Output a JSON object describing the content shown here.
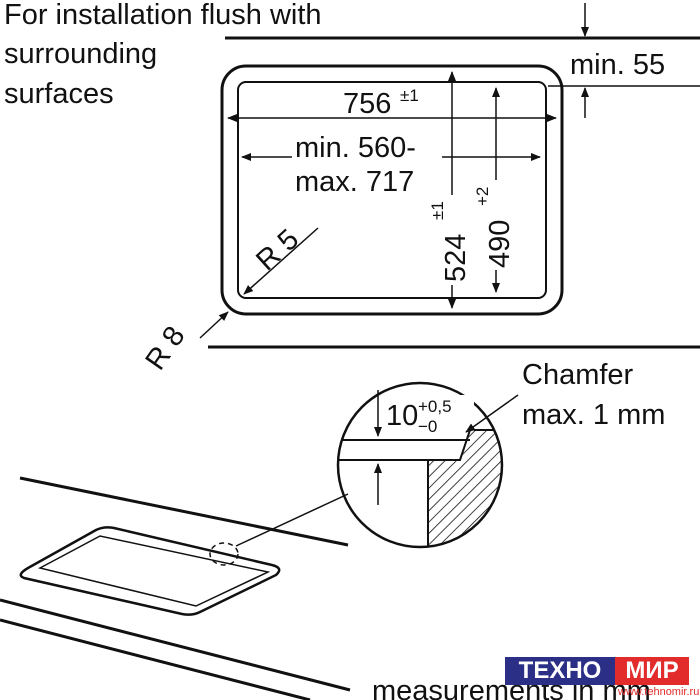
{
  "caption": {
    "line1": "For installation flush with",
    "line2": "surrounding",
    "line3": "surfaces"
  },
  "dims": {
    "min55": "min. 55",
    "width_main": "756",
    "width_main_tol": "±1",
    "width_range_1": "min. 560-",
    "width_range_2": "max. 717",
    "depth_outer": "524",
    "depth_outer_tol": "±1",
    "depth_inner": "490",
    "depth_inner_tol": "+2",
    "radius_inner": "R 5",
    "radius_outer": "R 8"
  },
  "detail": {
    "depth_value": "10",
    "depth_tol_plus": "+0,5",
    "depth_tol_minus": "−0",
    "chamfer_line1": "Chamfer",
    "chamfer_line2": "max. 1 mm"
  },
  "footer": {
    "note": "measurements in mm"
  },
  "watermark": {
    "left": "ТЕХНО",
    "right": "МИР",
    "url": "www.tehnomir.ru"
  }
}
